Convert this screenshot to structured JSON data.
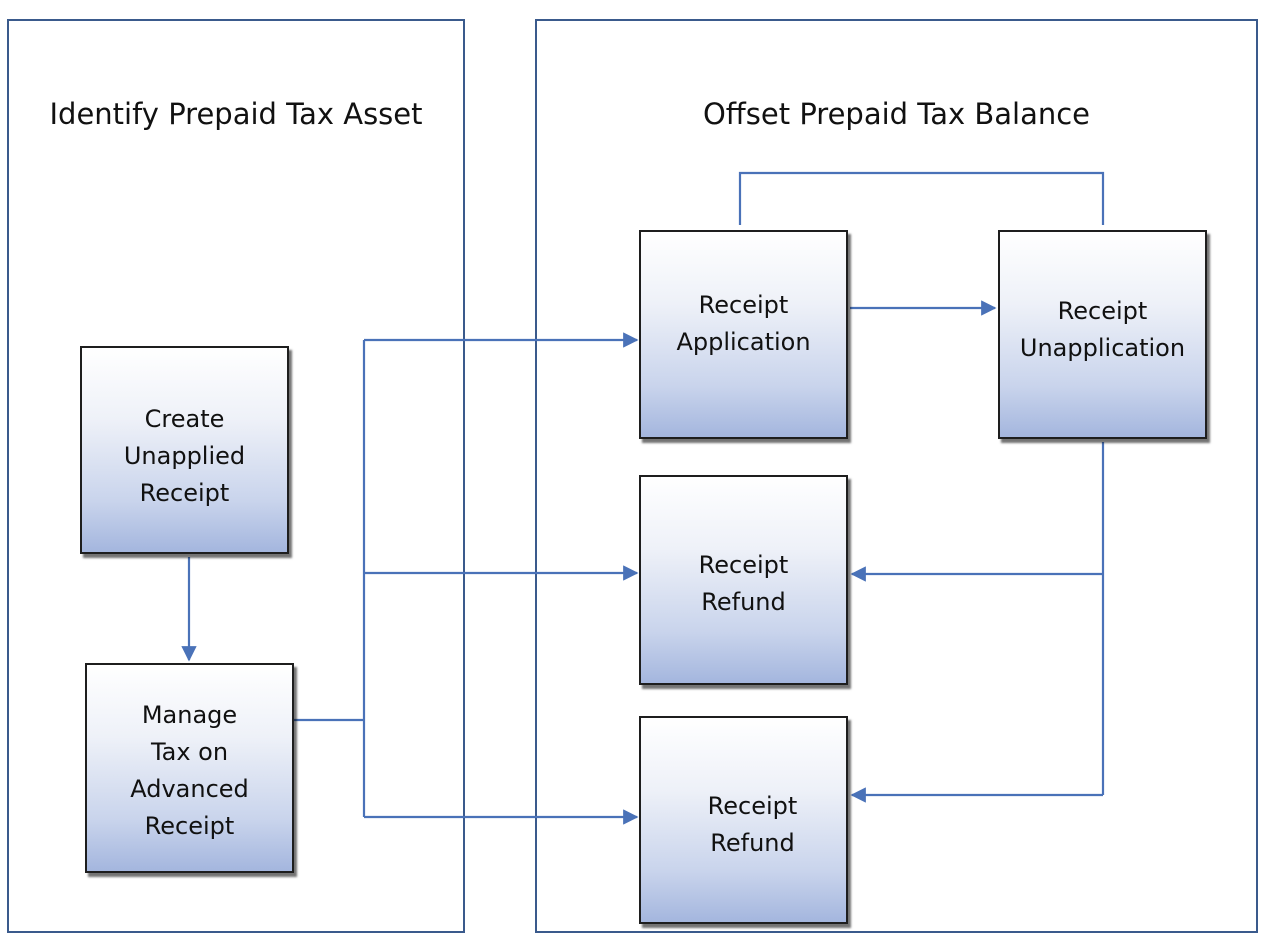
{
  "panels": {
    "left": {
      "title": "Identify Prepaid Tax Asset"
    },
    "right": {
      "title": "Offset Prepaid Tax Balance"
    }
  },
  "nodes": {
    "create_unapplied_receipt": {
      "label": "Create\nUnapplied\nReceipt"
    },
    "manage_tax_advanced_receipt": {
      "label": "Manage\nTax on\nAdvanced\nReceipt"
    },
    "receipt_application": {
      "label": "Receipt\nApplication"
    },
    "receipt_unapplication": {
      "label": "Receipt\nUnapplication"
    },
    "receipt_refund_1": {
      "label": "Receipt\nRefund"
    },
    "receipt_refund_2": {
      "label": "Receipt\nRefund"
    }
  },
  "colors": {
    "connector": "#4a72b8",
    "panel_border": "#3a5a8c",
    "node_border": "#1e1e1e"
  }
}
